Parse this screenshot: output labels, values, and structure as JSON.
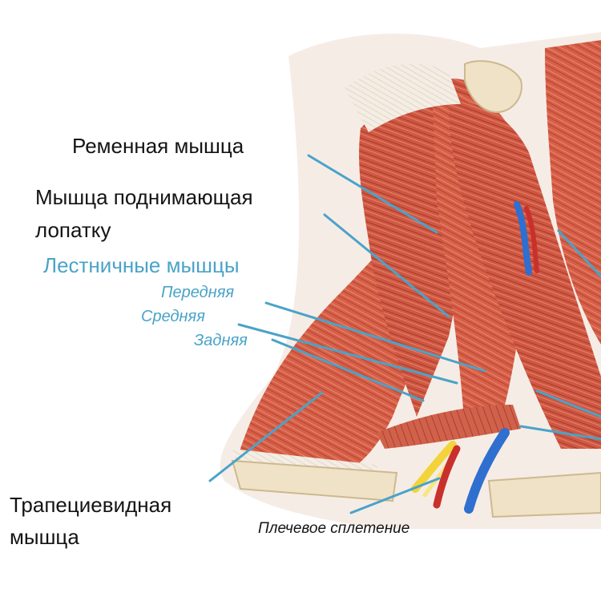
{
  "labels": {
    "splenius": "Ременная мышца",
    "levator_line1": "Мышца поднимающая",
    "levator_line2": "лопатку",
    "scalenes": "Лестничные мышцы",
    "anterior": "Передняя",
    "middle": "Средняя",
    "posterior": "Задняя",
    "trapezius_line1": "Трапециевидная",
    "trapezius_line2": "мышца",
    "brachial_plexus": "Плечевое сплетение"
  },
  "colors": {
    "muscle": "#d4604a",
    "muscle_dark": "#b0402e",
    "muscle_light": "#e88a72",
    "tendon": "#f3ebe0",
    "bone": "#efe2c6",
    "artery": "#c9302c",
    "vein": "#2f6fd0",
    "nerve": "#f2d43a",
    "leader_line": "#4aa3c8",
    "text": "#141414"
  }
}
